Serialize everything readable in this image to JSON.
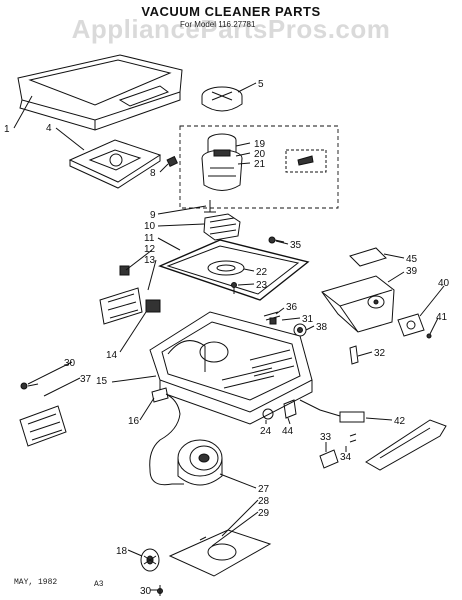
{
  "header": {
    "title": "VACUUM CLEANER PARTS",
    "subtitle": "For Model 116.27781"
  },
  "watermark": "AppliancePartsPros.com",
  "footer": {
    "date": "MAY, 1982",
    "code": "A3"
  },
  "callouts": [
    "1",
    "4",
    "5",
    "19",
    "20",
    "21",
    "8",
    "9",
    "10",
    "11",
    "12",
    "13",
    "35",
    "22",
    "23",
    "45",
    "39",
    "40",
    "36",
    "31",
    "38",
    "41",
    "14",
    "32",
    "30",
    "37",
    "15",
    "16",
    "24",
    "44",
    "42",
    "33",
    "34",
    "27",
    "28",
    "29",
    "18",
    "30"
  ]
}
